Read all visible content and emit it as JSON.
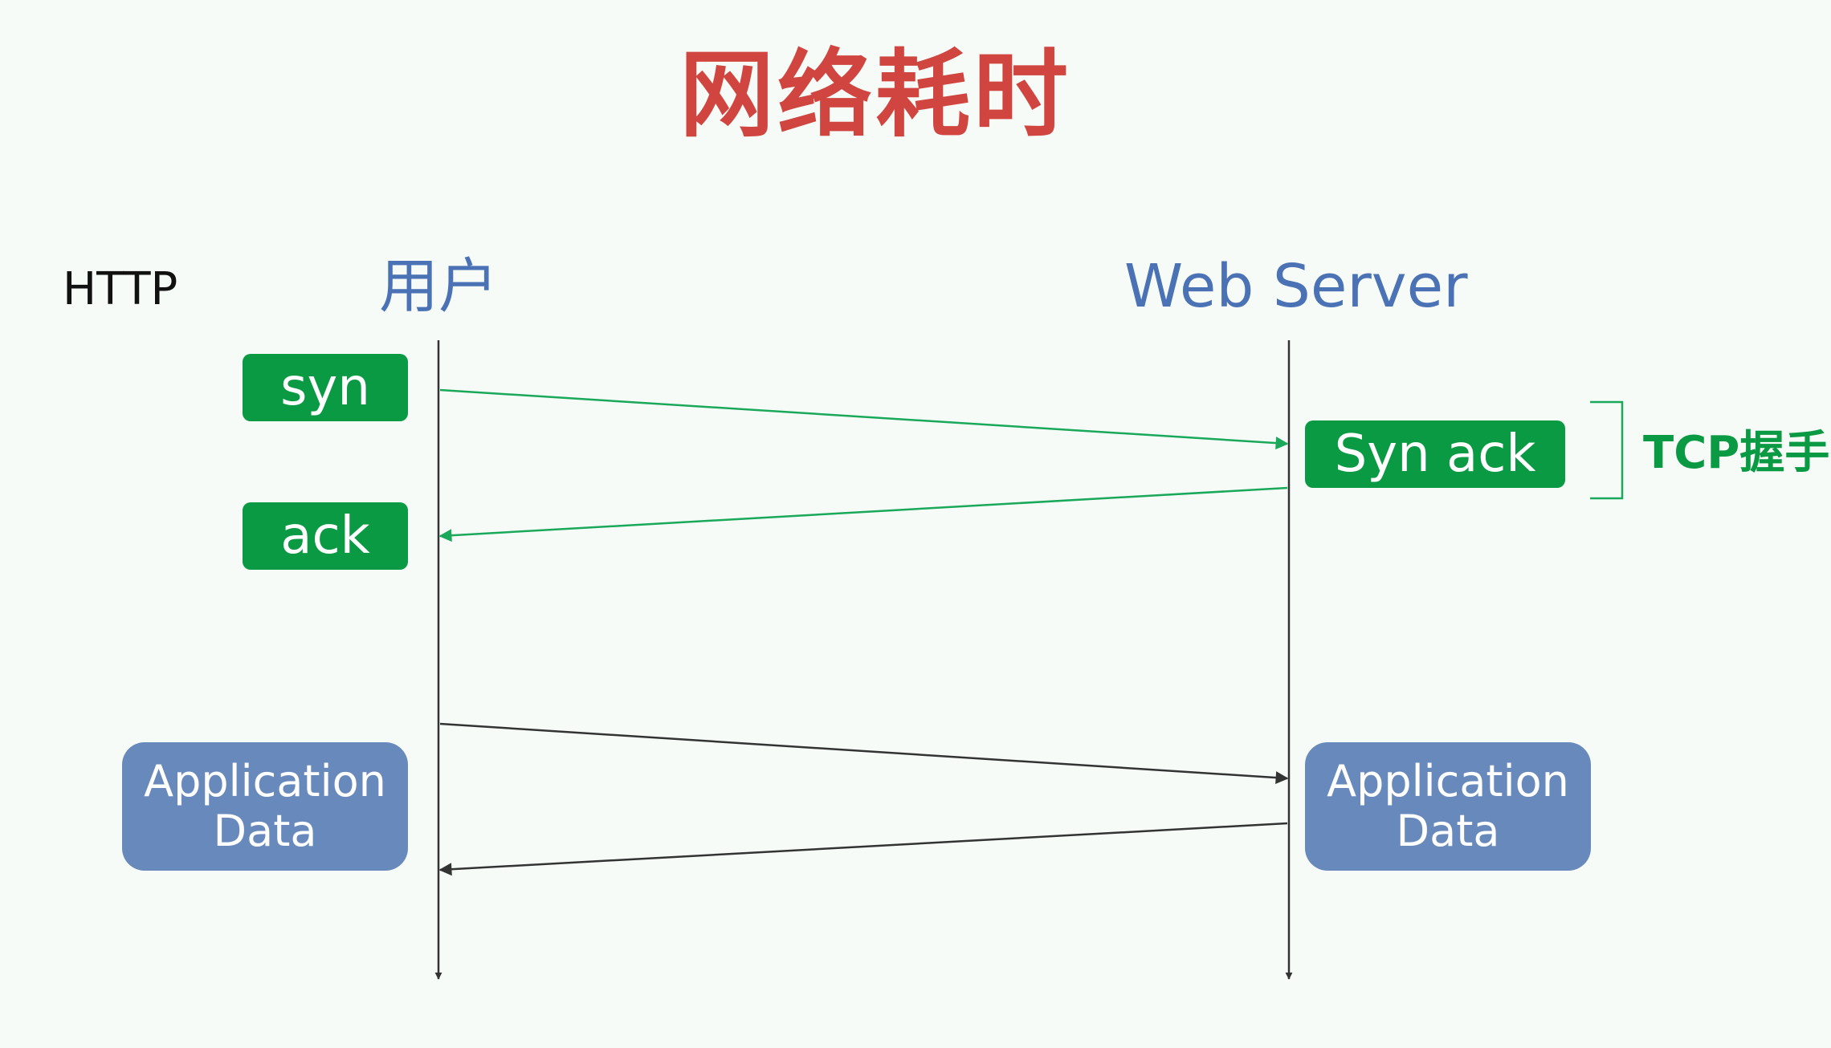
{
  "title": "网络耗时",
  "protocol_label": "HTTP",
  "actors": {
    "client": "用户",
    "server": "Web Server"
  },
  "steps": {
    "syn": "syn",
    "ack": "ack",
    "syn_ack": "Syn ack",
    "app_client_line1": "Application",
    "app_client_line2": "Data",
    "app_server_line1": "Application",
    "app_server_line2": "Data"
  },
  "bracket_label": "TCP握手",
  "colors": {
    "title": "#d0453f",
    "actor": "#4a72b5",
    "handshake_green": "#0a9a43",
    "app_data_blue": "#6889bb",
    "timeline": "#333333",
    "handshake_arrow": "#1aa85a",
    "data_arrow": "#333333",
    "bracket": "#1aa85a",
    "tcp_label": "#0a9a43"
  }
}
